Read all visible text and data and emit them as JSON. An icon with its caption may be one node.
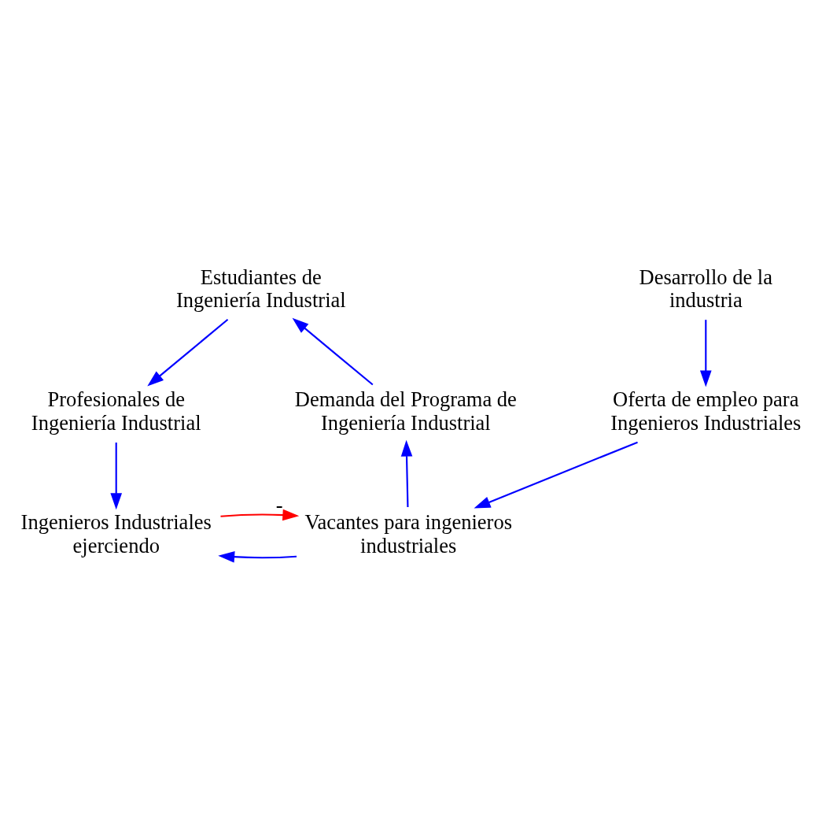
{
  "diagram": {
    "nodes": [
      {
        "text": [
          "Estudiantes de Ingeniería Industrial"
        ]
      },
      {
        "text": [
          "Demanda del Programa de Ingeniería Industrial"
        ]
      },
      {
        "text": [
          "Profesionales de Ingeniería Industrial"
        ]
      },
      {
        "text": [
          "Vacantes para ingenieros industriales"
        ]
      },
      {
        "text": [
          "Ingenieros Industriales ejerciendo"
        ]
      },
      {
        "text": [
          "Oferta de empleo para Ingenieros Industriales"
        ]
      },
      {
        "text": [
          "Desarrollo de la industria"
        ]
      }
    ],
    "edges": [
      {
        "from": 1,
        "to": 0,
        "arrow": "to"
      },
      {
        "from": 0,
        "to": 2,
        "arrow": "to"
      },
      {
        "from": 2,
        "to": 4,
        "arrow": "to"
      },
      {
        "from": 3,
        "to": 1,
        "arrow": "to"
      },
      {
        "from": 3,
        "to": 4,
        "arrow": "to"
      },
      {
        "from": 4,
        "to": 3,
        "arrow": "to",
        "label": "-",
        "color": "#ff0000"
      },
      {
        "from": 5,
        "to": 3,
        "arrow": "to"
      },
      {
        "from": 6,
        "to": 5,
        "arrow": "to"
      }
    ]
  }
}
